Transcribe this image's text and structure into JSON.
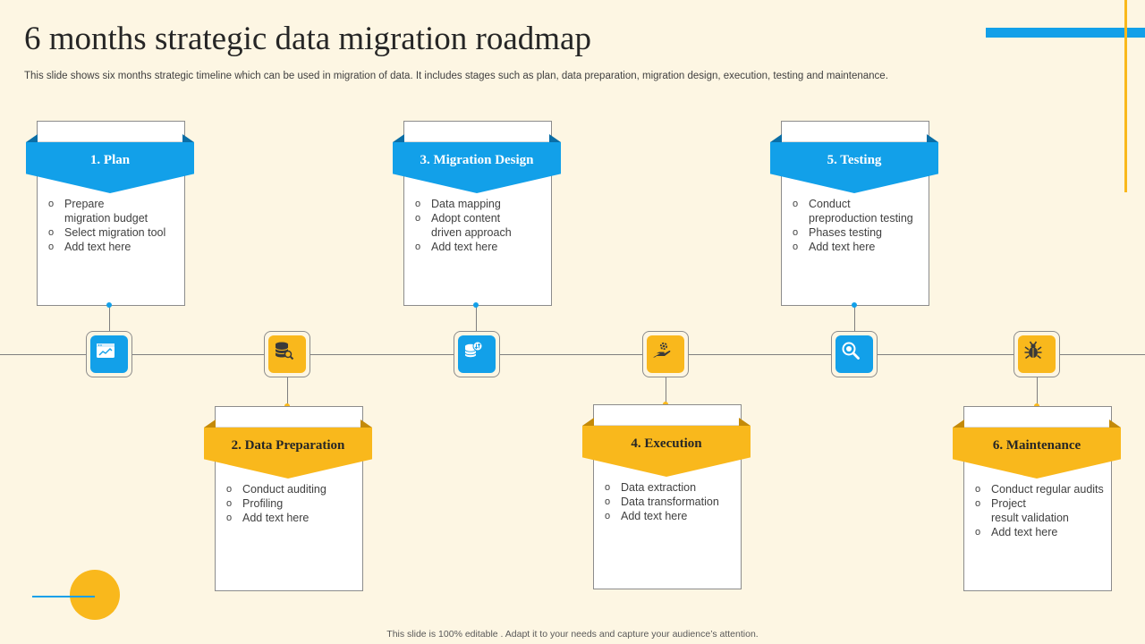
{
  "header": {
    "title": "6 months strategic data migration roadmap",
    "subtitle": "This slide shows six months strategic timeline which can be used in migration of data. It includes stages such as plan, data preparation, migration design, execution, testing and maintenance."
  },
  "colors": {
    "blue": "#12a0e9",
    "yellow": "#f9b81c",
    "background": "#fdf6e3"
  },
  "stages": [
    {
      "label": "1. Plan",
      "color": "blue",
      "icon": "web-browser-chart-icon",
      "bullets": [
        "Prepare",
        "migration budget",
        "Select migration tool",
        "Add text here"
      ]
    },
    {
      "label": "2. Data Preparation",
      "color": "yellow",
      "icon": "database-search-icon",
      "bullets": [
        "Conduct auditing",
        "Profiling",
        "Add text here"
      ]
    },
    {
      "label": "3. Migration Design",
      "color": "blue",
      "icon": "database-transfer-icon",
      "bullets": [
        "Data mapping",
        "Adopt content",
        "driven approach",
        "Add text here"
      ]
    },
    {
      "label": "4. Execution",
      "color": "yellow",
      "icon": "hand-gear-icon",
      "bullets": [
        "Data extraction",
        "Data transformation",
        "Add text here"
      ]
    },
    {
      "label": "5. Testing",
      "color": "blue",
      "icon": "magnifier-icon",
      "bullets": [
        "Conduct",
        "preproduction testing",
        "Phases testing",
        "Add text here"
      ]
    },
    {
      "label": "6. Maintenance",
      "color": "yellow",
      "icon": "bug-icon",
      "bullets": [
        "Conduct regular audits",
        "Project",
        "result validation",
        "Add text here"
      ]
    }
  ],
  "footer": "This slide is 100% editable . Adapt it to your needs and capture your audience’s attention."
}
